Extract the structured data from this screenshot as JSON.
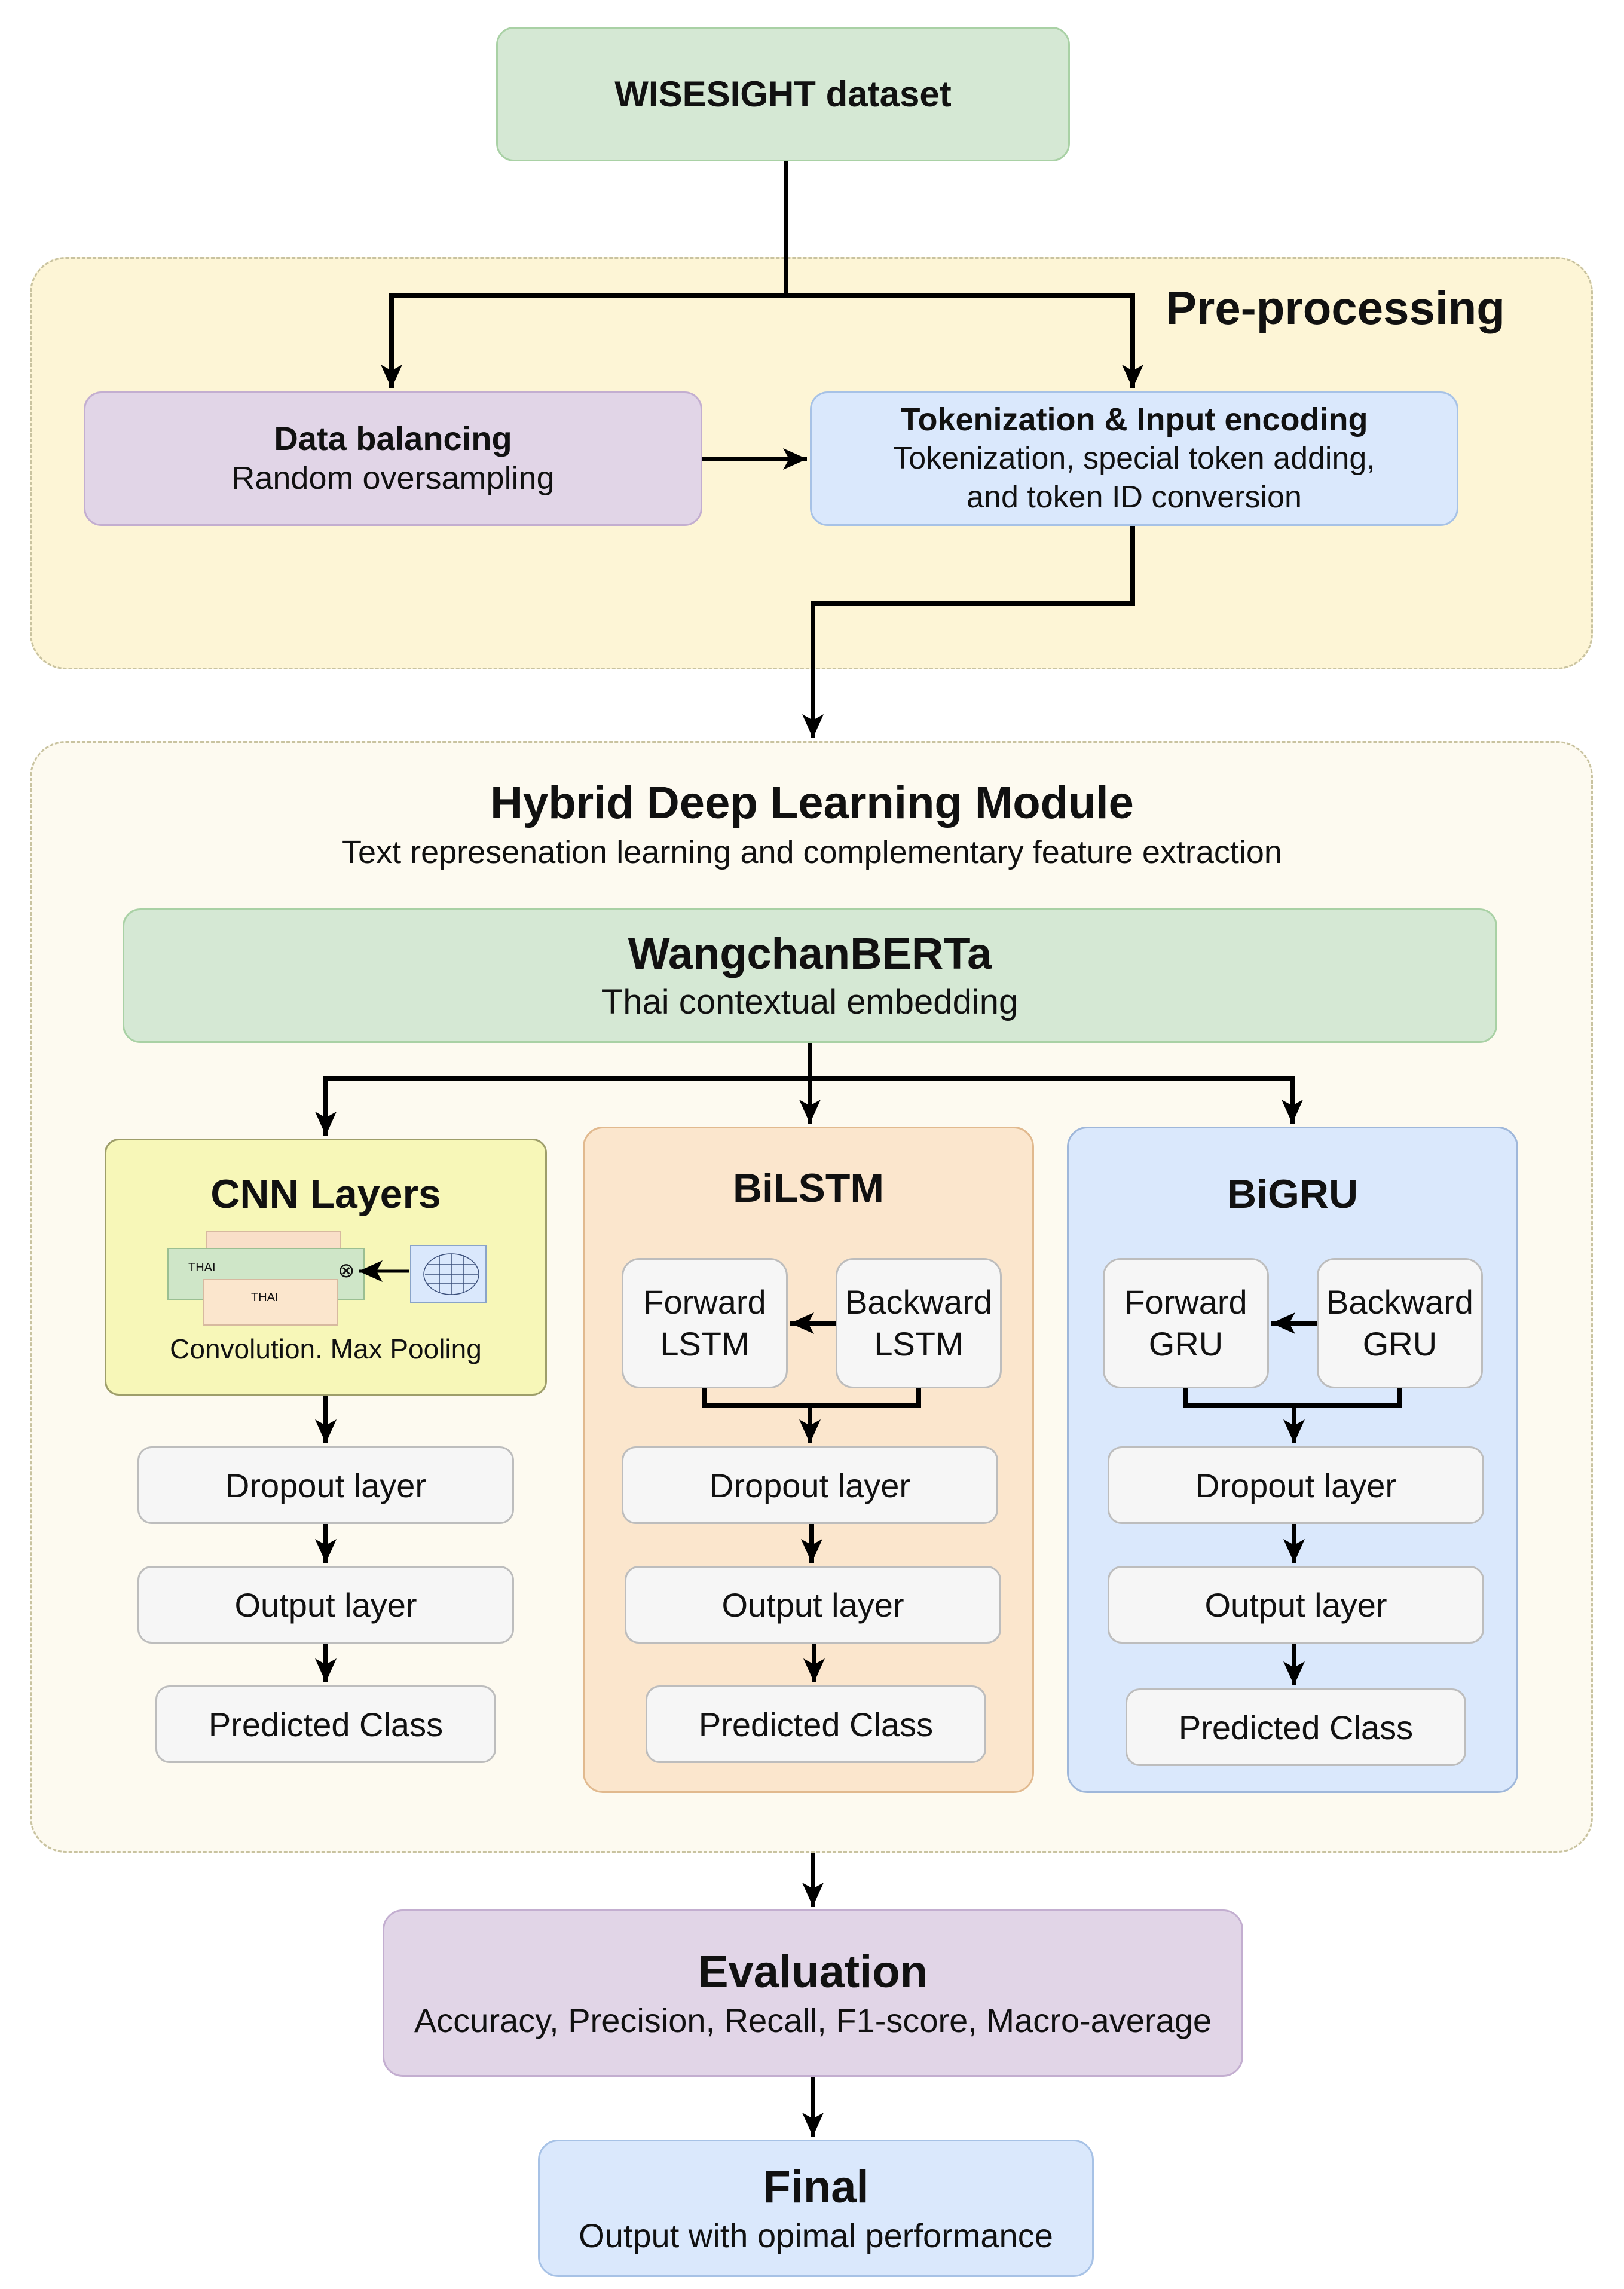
{
  "dataset": {
    "title": "WISESIGHT dataset"
  },
  "preprocessing": {
    "label": "Pre-processing",
    "balancing": {
      "title": "Data balancing",
      "sub": "Random oversampling"
    },
    "tokenization": {
      "title": "Tokenization & Input encoding",
      "sub1": "Tokenization, special token adding,",
      "sub2": "and token ID conversion"
    }
  },
  "module": {
    "title": "Hybrid Deep Learning Module",
    "sub": "Text represenation learning and complementary feature extraction",
    "bert": {
      "title": "WangchanBERTa",
      "sub": "Thai contextual embedding"
    },
    "cnn": {
      "title": "CNN Layers",
      "fig_text_1": "THAI",
      "fig_text_2": "THAI",
      "caption": "Convolution. Max Pooling",
      "dropout": "Dropout layer",
      "output": "Output layer",
      "predicted": "Predicted Class"
    },
    "bilstm": {
      "title": "BiLSTM",
      "forward": [
        "Forward",
        "LSTM"
      ],
      "backward": [
        "Backward",
        "LSTM"
      ],
      "dropout": "Dropout layer",
      "output": "Output layer",
      "predicted": "Predicted Class"
    },
    "bigru": {
      "title": "BiGRU",
      "forward": [
        "Forward",
        "GRU"
      ],
      "backward": [
        "Backward",
        "GRU"
      ],
      "dropout": "Dropout layer",
      "output": "Output layer",
      "predicted": "Predicted Class"
    }
  },
  "evaluation": {
    "title": "Evaluation",
    "sub": "Accuracy, Precision, Recall, F1-score, Macro-average"
  },
  "final": {
    "title": "Final",
    "sub": "Output with opimal performance"
  },
  "colors": {
    "green": "#d5e8d4",
    "purple": "#e1d5e7",
    "blue": "#dae8fc",
    "yellow_region": "#fdf5d6",
    "cream_region": "#fdfaf0",
    "cnn_yellow": "#f7f7b8",
    "bilstm_orange": "#fbe6cd"
  }
}
